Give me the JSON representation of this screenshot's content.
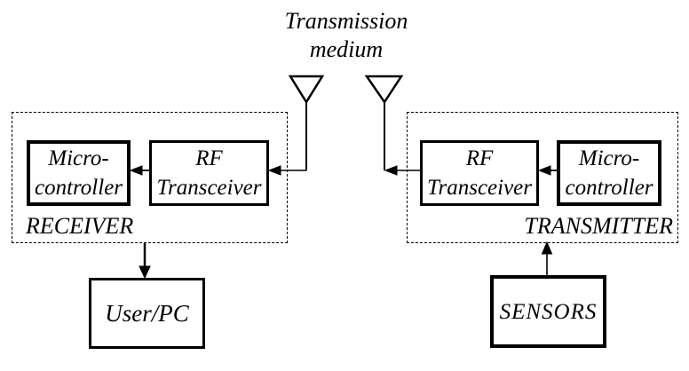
{
  "colors": {
    "ink": "#000000",
    "background": "#ffffff"
  },
  "title": "Transmission\nmedium",
  "groups": {
    "receiver": {
      "label": "RECEIVER"
    },
    "transmitter": {
      "label": "TRANSMITTER"
    }
  },
  "nodes": {
    "receiver_microcontroller": "Micro-\ncontroller",
    "receiver_rf_transceiver": "RF\nTransceiver",
    "transmitter_rf_transceiver": "RF\nTransceiver",
    "transmitter_microcontroller": "Micro-\ncontroller",
    "user_pc": "User/PC",
    "sensors": "SENSORS"
  }
}
